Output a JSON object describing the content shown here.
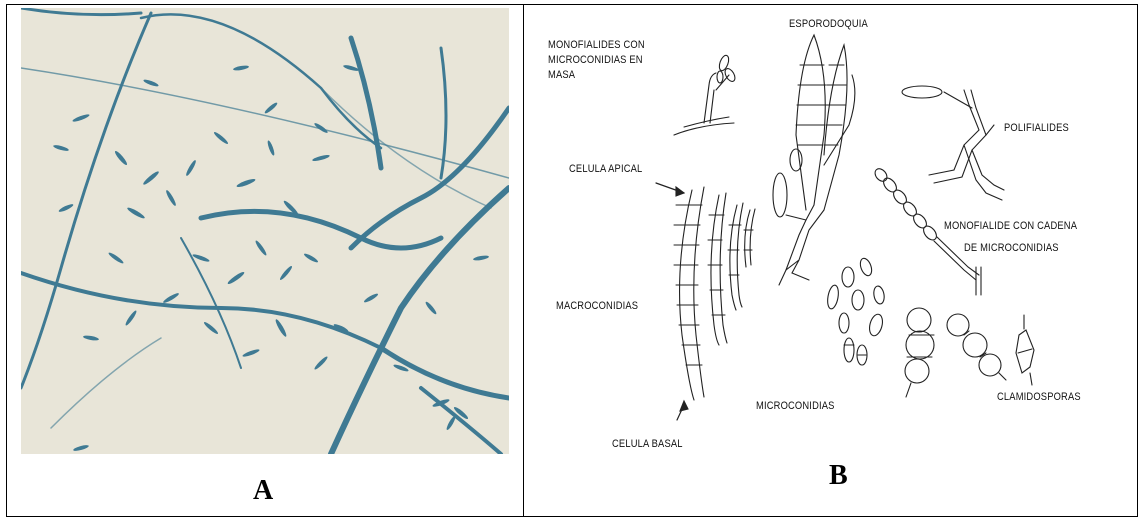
{
  "panels": {
    "a_label": "A",
    "b_label": "B"
  },
  "diagram": {
    "labels": {
      "monofialides_line1": "MONOFIALIDES CON",
      "monofialides_line2": "MICROCONIDIAS EN",
      "monofialides_line3": "MASA",
      "esporodoquia": "ESPORODOQUIA",
      "polifialides": "POLIFIALIDES",
      "celula_apical": "CELULA APICAL",
      "monofialide_cadena_line1": "MONOFIALIDE CON CADENA",
      "monofialide_cadena_line2": "DE MICROCONIDIAS",
      "macroconidias": "MACROCONIDIAS",
      "microconidias": "MICROCONIDIAS",
      "clamidosporas": "CLAMIDOSPORAS",
      "celula_basal": "CELULA BASAL"
    }
  },
  "colors": {
    "photo_background": "#e8e5d8",
    "hyphae": "#3f7a93",
    "line_art": "#222222"
  }
}
